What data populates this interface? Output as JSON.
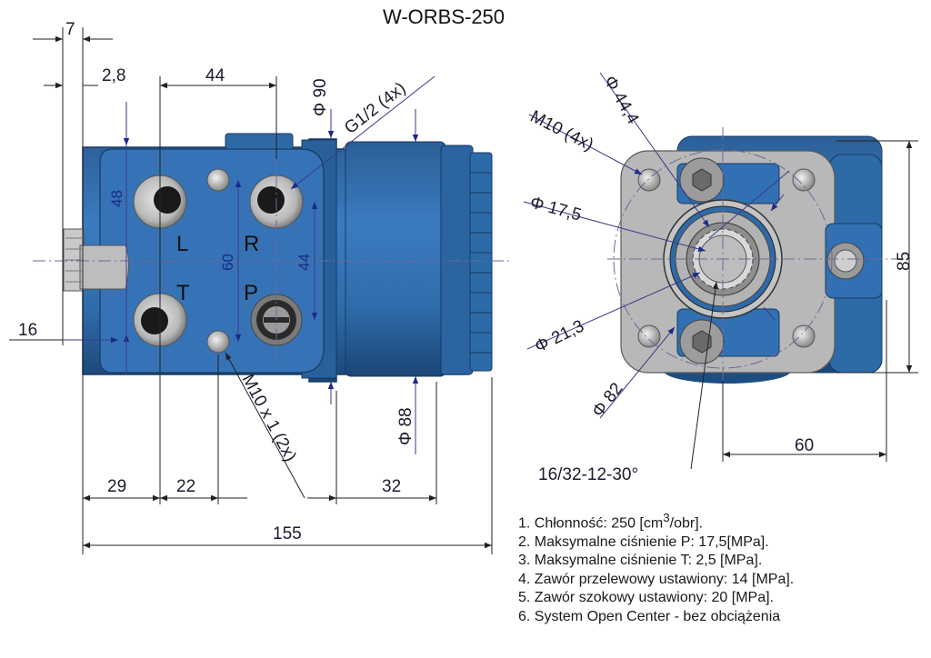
{
  "title": "W-ORBS-250",
  "left_view": {
    "ports": {
      "l": "L",
      "r": "R",
      "t": "T",
      "p": "P"
    },
    "dims": {
      "d7": "7",
      "d2_8": "2,8",
      "d44_top": "44",
      "d90": "Φ 90",
      "g12": "G1/2  (4x)",
      "d48": "48",
      "d60": "60",
      "d44_v": "44",
      "d16": "16",
      "m10x1": "M10 x 1  (2x)",
      "d88": "Φ 88",
      "d29": "29",
      "d22": "22",
      "d32": "32",
      "d155": "155"
    }
  },
  "right_view": {
    "dims": {
      "d44_4": "Φ 44,4",
      "m10": "M10  (4x)",
      "d17_5": "Φ 17,5",
      "d21_3": "Φ 21,3",
      "d82": "Φ 82",
      "d85": "85",
      "d60": "60",
      "spline": "16/32-12-30°"
    }
  },
  "notes": {
    "n1_pre": "1. Chłonność: 250 [cm",
    "n1_sup": "3",
    "n1_post": "/obr].",
    "n2": "2. Maksymalne ciśnienie P: 17,5[MPa].",
    "n3": "3. Maksymalne ciśnienie T: 2,5 [MPa].",
    "n4": "4. Zawór przelewowy ustawiony: 14 [MPa].",
    "n5": "5. Zawór szokowy ustawiony: 20 [MPa].",
    "n6": "6. System Open Center - bez obciążenia"
  },
  "colors": {
    "body": "#2d6aa8",
    "body_dark": "#1d4c80",
    "face": "#b5b5b5"
  }
}
